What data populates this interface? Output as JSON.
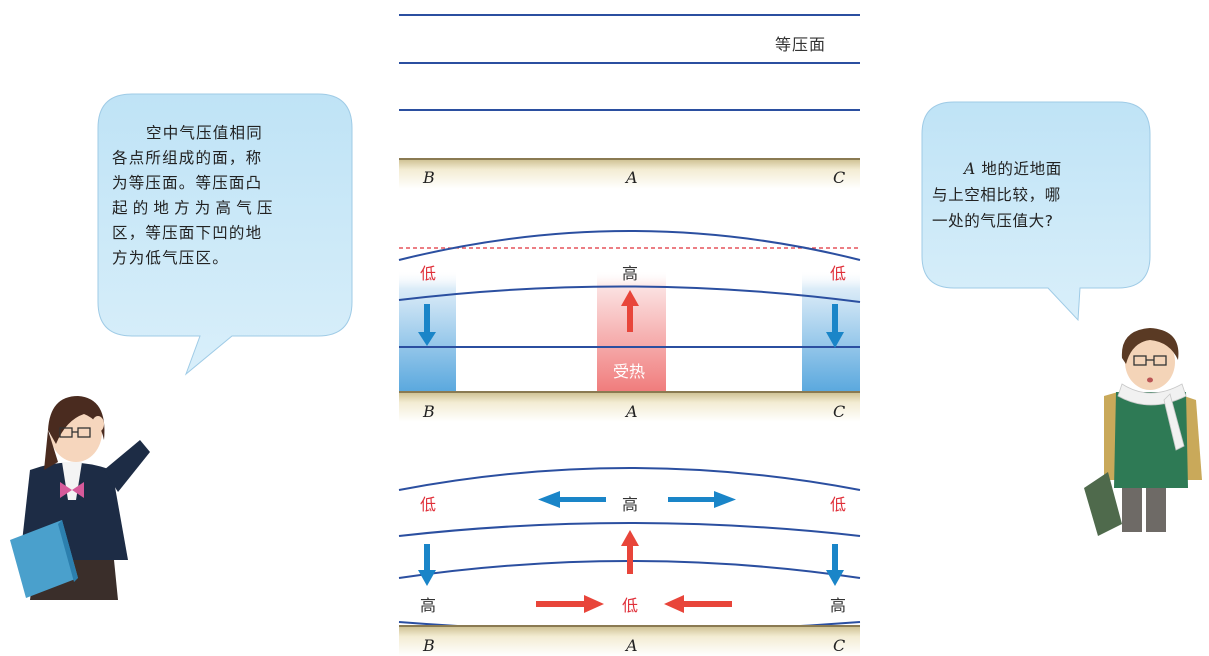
{
  "isobar_label": "等压面",
  "left_bubble": {
    "lines": [
      "空中气压值相同",
      "各点所组成的面，称",
      "为等压面。等压面凸",
      "起的地方为高气压",
      "区，等压面下凹的地",
      "方为低气压区。"
    ]
  },
  "right_bubble": {
    "point_a": "A",
    "line1_rest": " 地的近地面",
    "line2": "与上空相比较，哪",
    "line3": "一处的气压值大?"
  },
  "panel1": {
    "points": [
      "B",
      "A",
      "C"
    ]
  },
  "panel2": {
    "low_left": "低",
    "high_center": "高",
    "low_right": "低",
    "heated": "受热",
    "points": [
      "B",
      "A",
      "C"
    ]
  },
  "panel3": {
    "low_left_top": "低",
    "high_center_top": "高",
    "low_right_top": "低",
    "high_left_bottom": "高",
    "low_center_bottom": "低",
    "high_right_bottom": "高",
    "points": [
      "B",
      "A",
      "C"
    ]
  },
  "colors": {
    "isobar": "#2b4fa0",
    "ground": "#efe6c8",
    "ground_edge": "#8a7a52",
    "low_red": "#e0303a",
    "cold_blue": "#1a85c8",
    "warm_red": "#e8453a",
    "bubble": "#c9e7f7"
  }
}
